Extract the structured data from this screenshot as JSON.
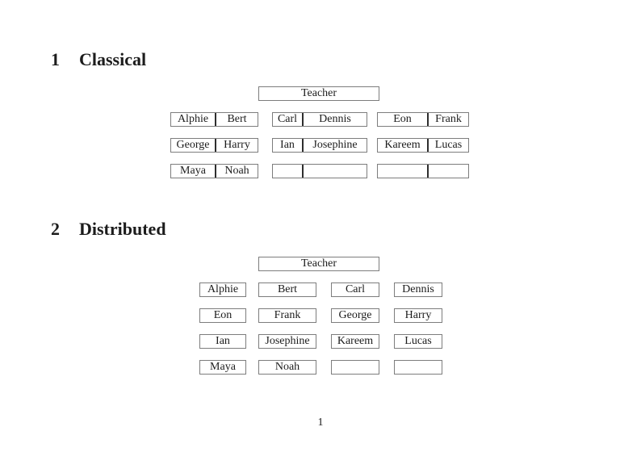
{
  "page_number": "1",
  "classical": {
    "heading": {
      "number": "1",
      "title": "Classical"
    },
    "teacher_label": "Teacher",
    "rows": [
      {
        "desks": [
          {
            "seats": [
              "Alphie",
              "Bert"
            ]
          },
          {
            "seats": [
              "Carl",
              "Dennis"
            ]
          },
          {
            "seats": [
              "Eon",
              "Frank"
            ]
          }
        ]
      },
      {
        "desks": [
          {
            "seats": [
              "George",
              "Harry"
            ]
          },
          {
            "seats": [
              "Ian",
              "Josephine"
            ]
          },
          {
            "seats": [
              "Kareem",
              "Lucas"
            ]
          }
        ]
      },
      {
        "desks": [
          {
            "seats": [
              "Maya",
              "Noah"
            ]
          },
          {
            "seats": [
              "",
              ""
            ]
          },
          {
            "seats": [
              "",
              ""
            ]
          }
        ]
      }
    ]
  },
  "distributed": {
    "heading": {
      "number": "2",
      "title": "Distributed"
    },
    "teacher_label": "Teacher",
    "rows": [
      {
        "seats": [
          "Alphie",
          "Bert",
          "Carl",
          "Dennis"
        ]
      },
      {
        "seats": [
          "Eon",
          "Frank",
          "George",
          "Harry"
        ]
      },
      {
        "seats": [
          "Ian",
          "Josephine",
          "Kareem",
          "Lucas"
        ]
      },
      {
        "seats": [
          "Maya",
          "Noah",
          "",
          ""
        ]
      }
    ]
  }
}
